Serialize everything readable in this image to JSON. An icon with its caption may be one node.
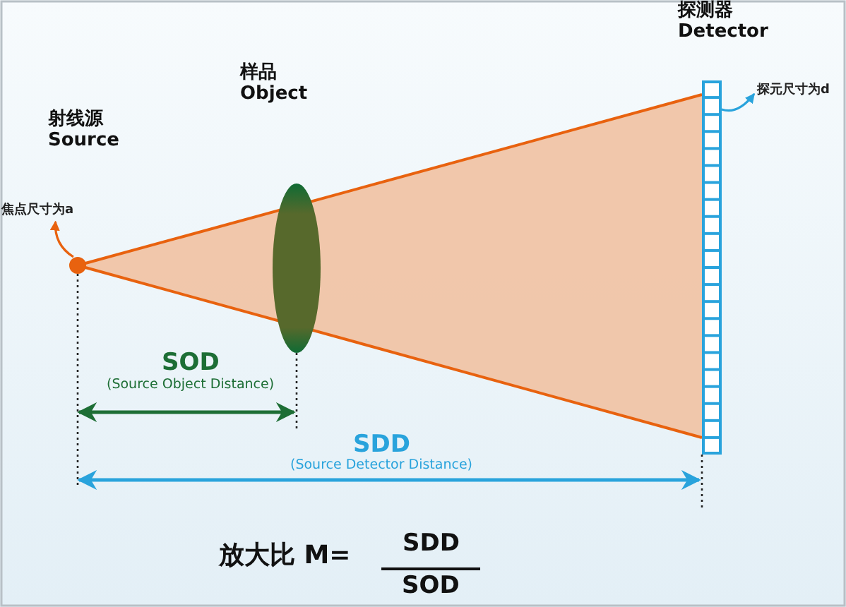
{
  "diagram": {
    "nodes": [
      {
        "text": [],
        "shape": "circle"
      },
      {
        "text": [],
        "shape": "ellipse"
      },
      {
        "text": [],
        "shape": "bar"
      },
      {
        "text": [
          "焦点尺寸为a"
        ]
      },
      {
        "text": [
          "探元尺寸为d"
        ]
      }
    ],
    "edges": [
      {
        "from": 0,
        "to": 3,
        "arrow": "to",
        "color": "#e8620f"
      },
      {
        "from": 2,
        "to": 4,
        "arrow": "to",
        "color": "#29a3dc"
      }
    ],
    "labels": [
      "射线源 Source",
      "样品 Object",
      "探测器 Detector",
      "SOD",
      "(Source Object Distance)",
      "SDD",
      "(Source Detector Distance)",
      "放大比 M=",
      "SDD",
      "SOD"
    ]
  }
}
